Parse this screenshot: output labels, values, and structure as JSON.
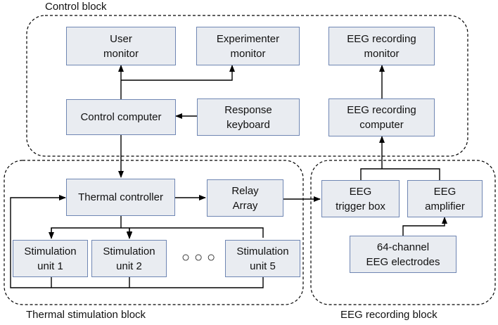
{
  "blocks": {
    "control": "Control block",
    "thermal": "Thermal stimulation block",
    "eeg": "EEG recording block"
  },
  "nodes": {
    "user_monitor": [
      "User",
      "monitor"
    ],
    "experimenter_monitor": [
      "Experimenter",
      "monitor"
    ],
    "eeg_recording_monitor": [
      "EEG recording",
      "monitor"
    ],
    "control_computer": [
      "Control computer"
    ],
    "response_keyboard": [
      "Response",
      "keyboard"
    ],
    "eeg_recording_computer": [
      "EEG recording",
      "computer"
    ],
    "thermal_controller": [
      "Thermal controller"
    ],
    "relay_array": [
      "Relay",
      "Array"
    ],
    "eeg_trigger_box": [
      "EEG",
      "trigger box"
    ],
    "eeg_amplifier": [
      "EEG",
      "amplifier"
    ],
    "stimulation_unit_1": [
      "Stimulation",
      "unit 1"
    ],
    "stimulation_unit_2": [
      "Stimulation",
      "unit 2"
    ],
    "stimulation_unit_5": [
      "Stimulation",
      "unit 5"
    ],
    "eeg_electrodes": [
      "64-channel",
      "EEG electrodes"
    ]
  },
  "ellipsis": "○○○"
}
